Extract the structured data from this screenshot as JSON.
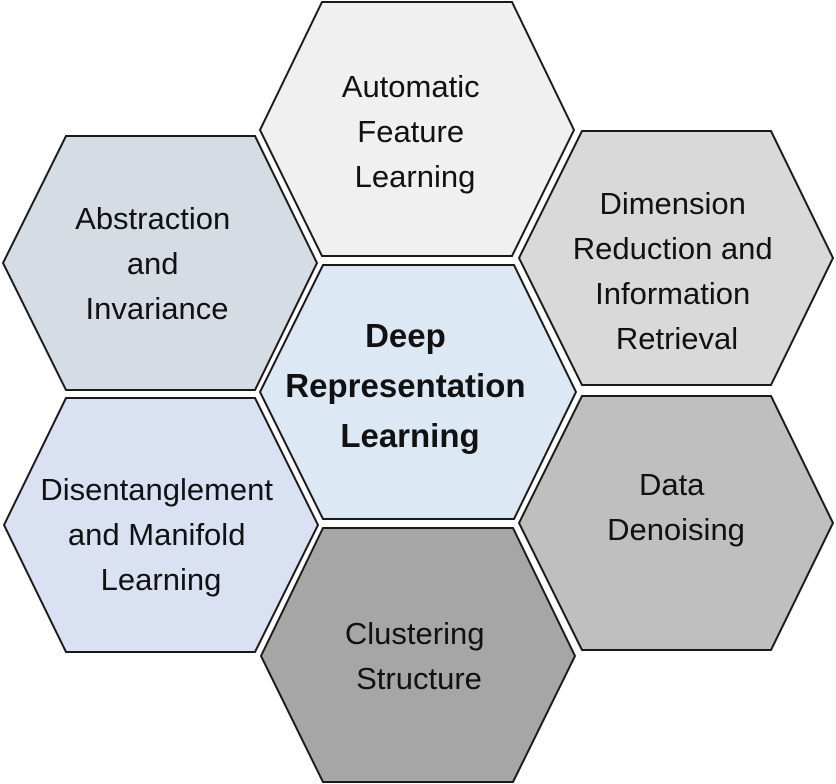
{
  "diagram": {
    "center": {
      "lines": [
        "Deep",
        "Representation",
        "Learning"
      ],
      "fill": "#dde8f5"
    },
    "cells": {
      "automatic_feature_learning": {
        "lines": [
          "Automatic",
          "Feature",
          "Learning"
        ],
        "fill": "#f0f0f0"
      },
      "dimension_reduction": {
        "lines": [
          "Dimension",
          "Reduction and",
          "Information",
          "Retrieval"
        ],
        "fill": "#d9d9d9"
      },
      "data_denoising": {
        "lines": [
          "Data",
          "Denoising"
        ],
        "fill": "#bfbfbf"
      },
      "clustering_structure": {
        "lines": [
          "Clustering",
          "Structure"
        ],
        "fill": "#a6a6a6"
      },
      "disentanglement": {
        "lines": [
          "Disentanglement",
          "and Manifold",
          "Learning"
        ],
        "fill": "#d9e1f2"
      },
      "abstraction": {
        "lines": [
          "Abstraction",
          "and",
          "Invariance"
        ],
        "fill": "#d6dce4"
      }
    }
  }
}
